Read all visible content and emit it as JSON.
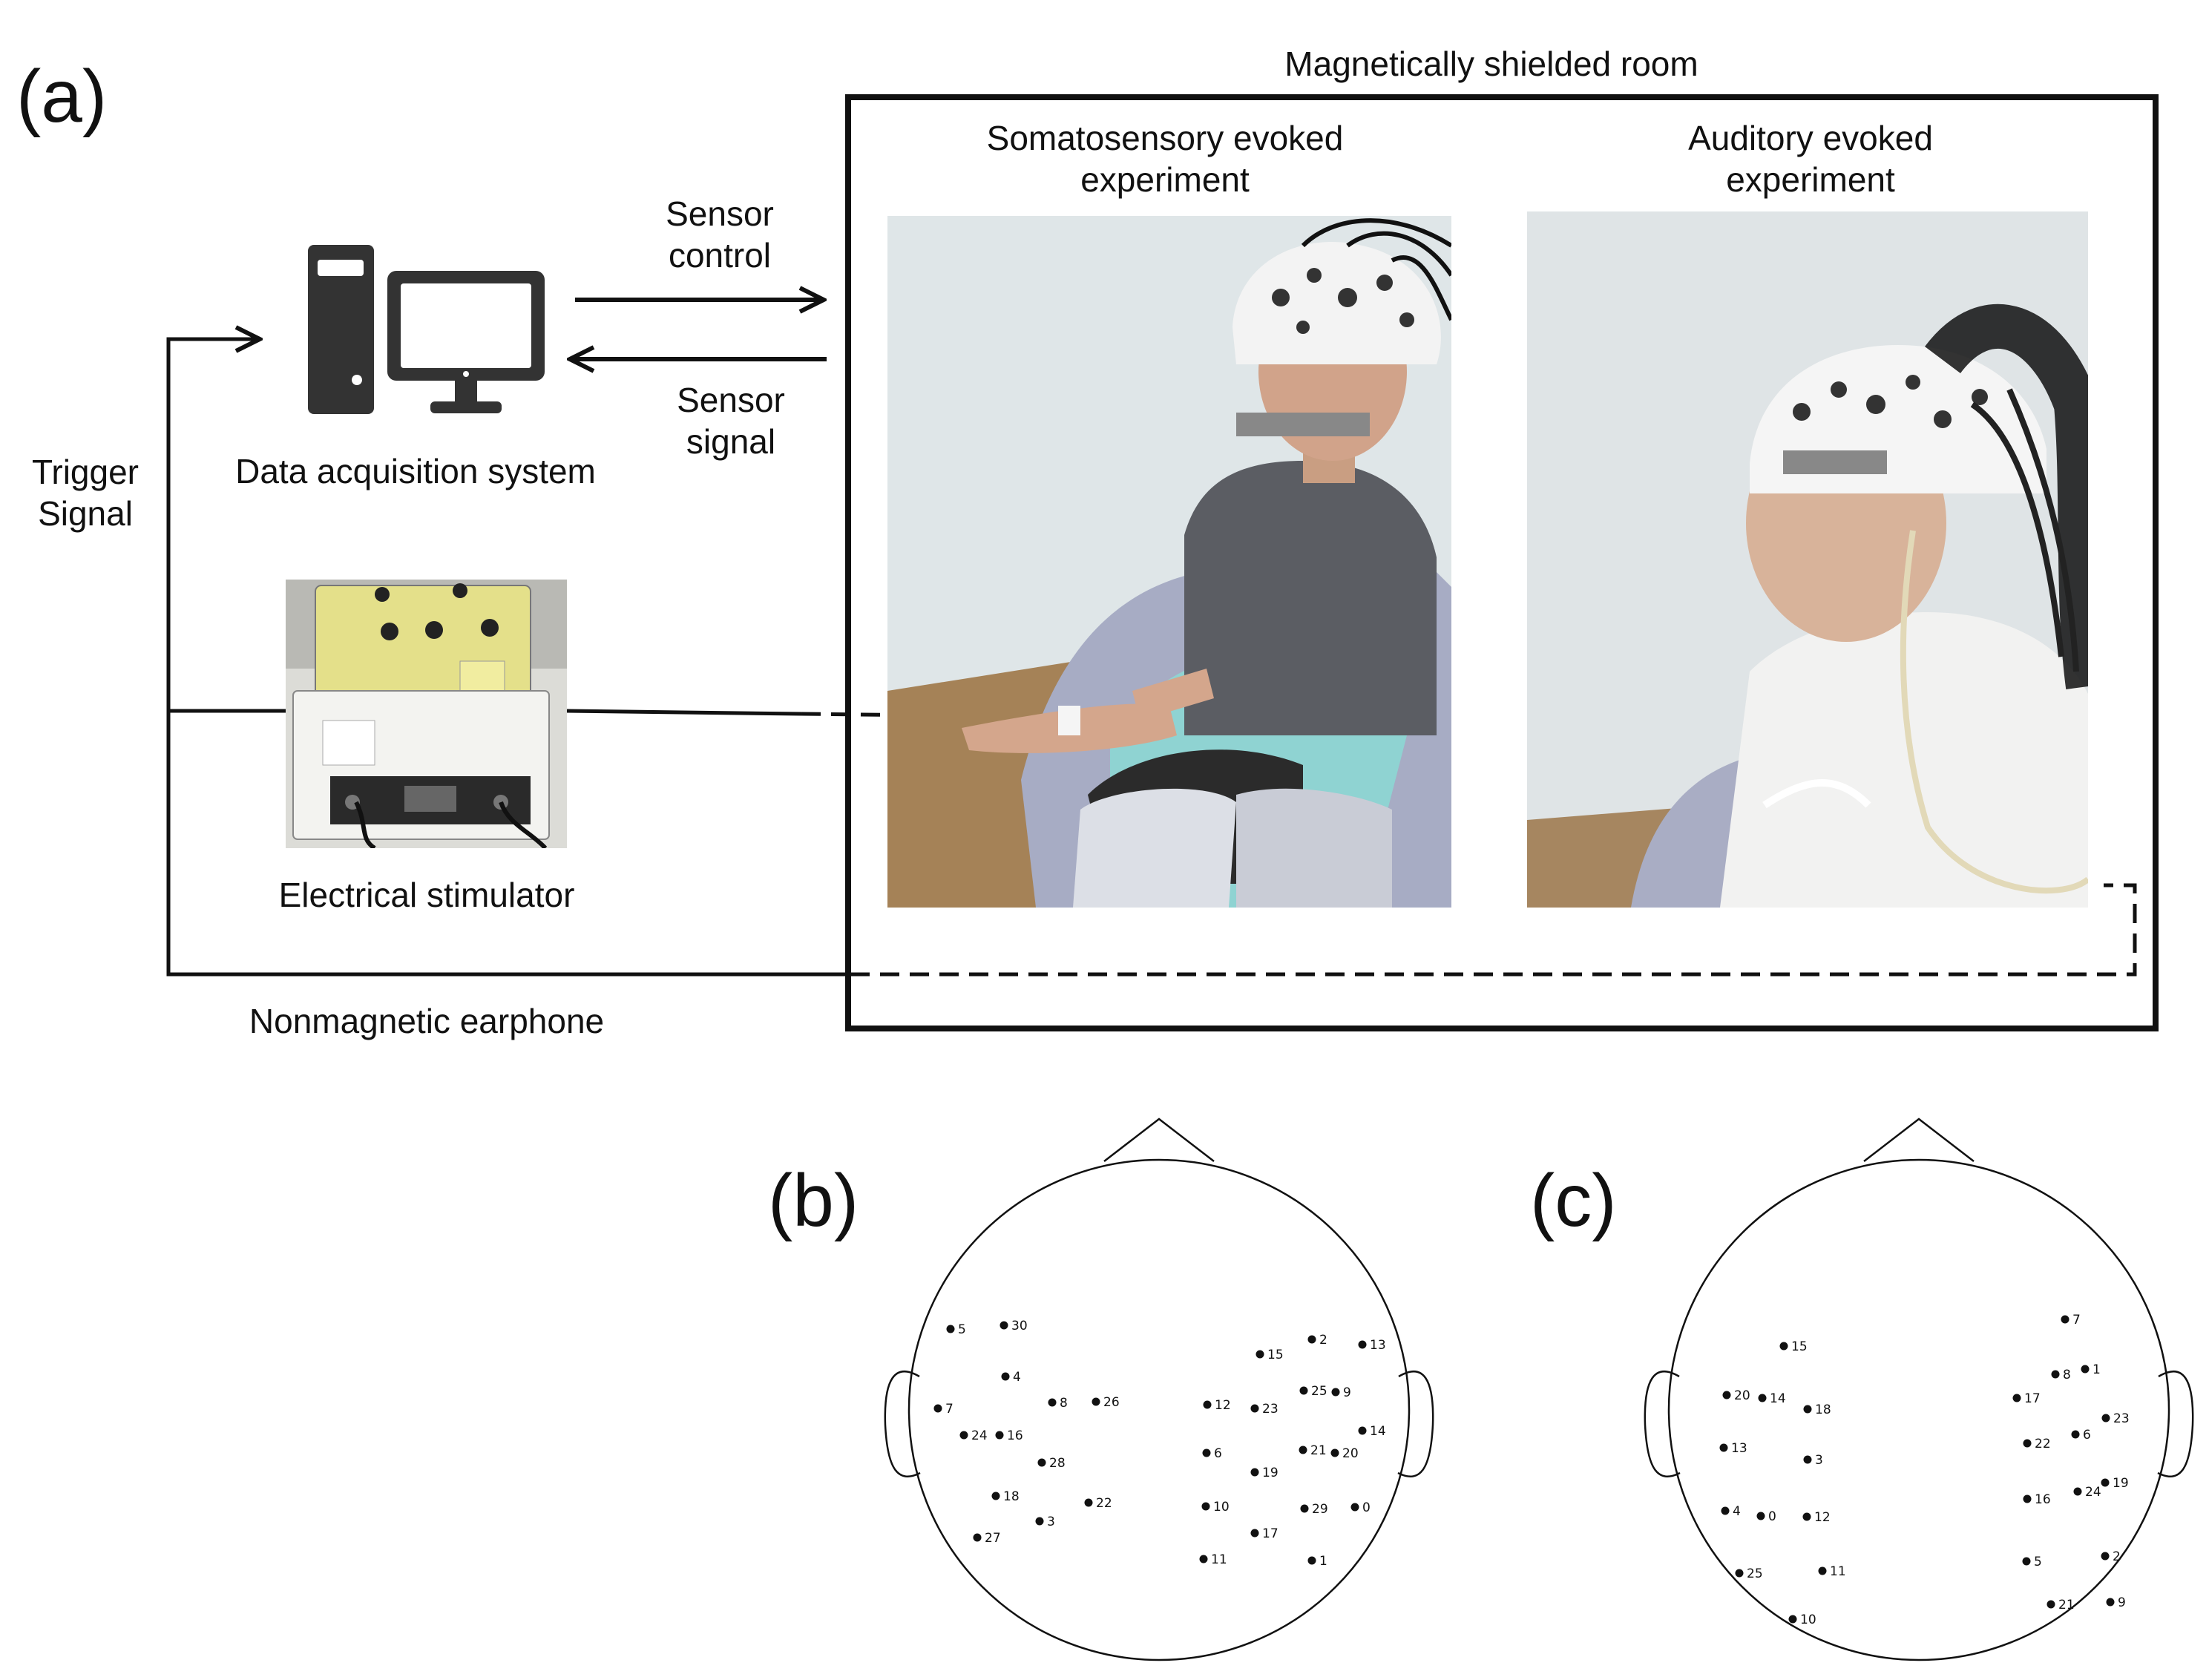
{
  "panels": {
    "a": "(a)",
    "b": "(b)",
    "c": "(c)"
  },
  "labels": {
    "room": "Magnetically shielded room",
    "somato_line1": "Somatosensory evoked",
    "somato_line2": "experiment",
    "auditory_line1": "Auditory evoked",
    "auditory_line2": "experiment",
    "sensor_control_1": "Sensor",
    "sensor_control_2": "control",
    "sensor_signal_1": "Sensor",
    "sensor_signal_2": "signal",
    "trigger_1": "Trigger",
    "trigger_2": "Signal",
    "daq": "Data acquisition system",
    "stimulator": "Electrical stimulator",
    "earphone": "Nonmagnetic earphone"
  },
  "colors": {
    "line": "#111111",
    "icon": "#333333"
  },
  "icons": [
    "computer-tower-icon",
    "monitor-icon"
  ],
  "sensor_maps": {
    "b": [
      "30",
      "5",
      "4",
      "8",
      "26",
      "7",
      "24",
      "16",
      "28",
      "18",
      "22",
      "3",
      "27",
      "15",
      "2",
      "13",
      "12",
      "23",
      "25",
      "9",
      "14",
      "6",
      "21",
      "20",
      "19",
      "10",
      "29",
      "0",
      "17",
      "11",
      "1"
    ],
    "c": [
      "7",
      "15",
      "8",
      "1",
      "20",
      "14",
      "18",
      "17",
      "13",
      "3",
      "22",
      "6",
      "23",
      "16",
      "24",
      "19",
      "4",
      "0",
      "12",
      "5",
      "2",
      "25",
      "11",
      "21",
      "9",
      "10"
    ]
  }
}
